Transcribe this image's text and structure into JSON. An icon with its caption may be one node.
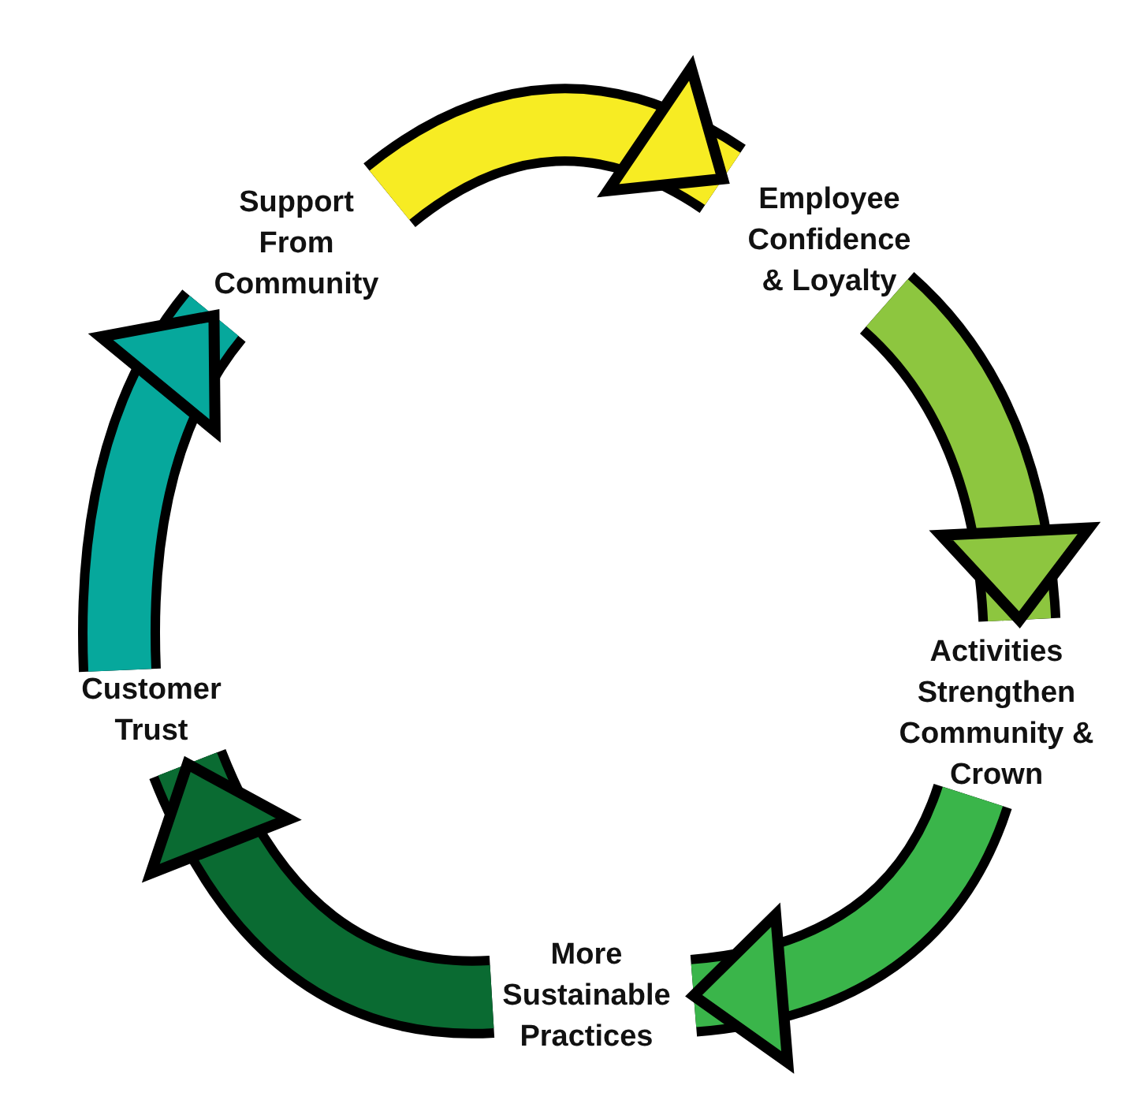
{
  "diagram": {
    "nodes": [
      {
        "text": [
          "Support From Community"
        ]
      },
      {
        "text": [
          "Employee Confidence & Loyalty"
        ]
      },
      {
        "text": [
          "Activities Strengthen Community & Crown"
        ]
      },
      {
        "text": [
          "More Sustainable Practices"
        ]
      },
      {
        "text": [
          "Customer Trust"
        ]
      }
    ],
    "edges": [
      {
        "from": 0,
        "to": 1,
        "arrow": "to",
        "color": "#f7ec23"
      },
      {
        "from": 1,
        "to": 2,
        "arrow": "to",
        "color": "#8dc63f"
      },
      {
        "from": 2,
        "to": 3,
        "arrow": "to",
        "color": "#3ab54a"
      },
      {
        "from": 3,
        "to": 4,
        "arrow": "to",
        "color": "#0a6b32"
      },
      {
        "from": 4,
        "to": 0,
        "arrow": "to",
        "color": "#06a89c"
      }
    ]
  }
}
